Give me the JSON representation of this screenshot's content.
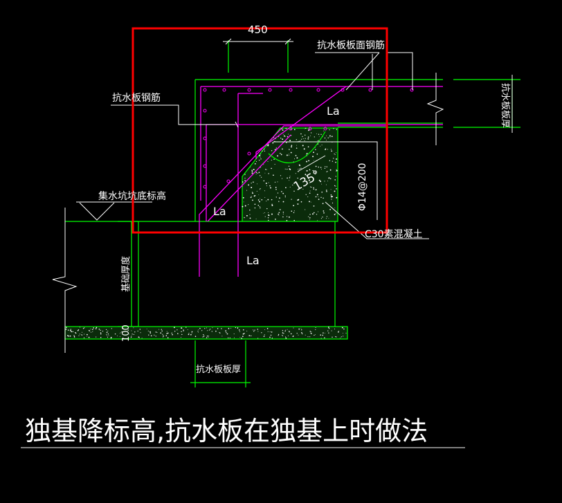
{
  "title": "独基降标高,抗水板在独基上时做法",
  "labels": {
    "dim_450": "450",
    "top_face_bar": "抗水板板面钢筋",
    "slab_rebar": "抗水板钢筋",
    "sump_bottom_elev": "集水坑坑底标高",
    "slab_thickness_right": "抗水板板厚",
    "la_upper": "La",
    "la_left": "La",
    "la_lower": "La",
    "angle": "135°",
    "bar_spec": "Φ14@200",
    "concrete": "C30素混凝土",
    "foundation_depth": "基础厚度",
    "dim_100": "100",
    "slab_thickness_bottom": "抗水板板厚"
  },
  "colors": {
    "background": "#000000",
    "structure_line": "#00ff00",
    "rebar": "#ff00ff",
    "dimension": "#ffffff",
    "annotation": "#ffffff",
    "highlight_box": "#ff0000",
    "concrete_fill": "#0b2b0b",
    "concrete_dots": "#ffffff"
  }
}
